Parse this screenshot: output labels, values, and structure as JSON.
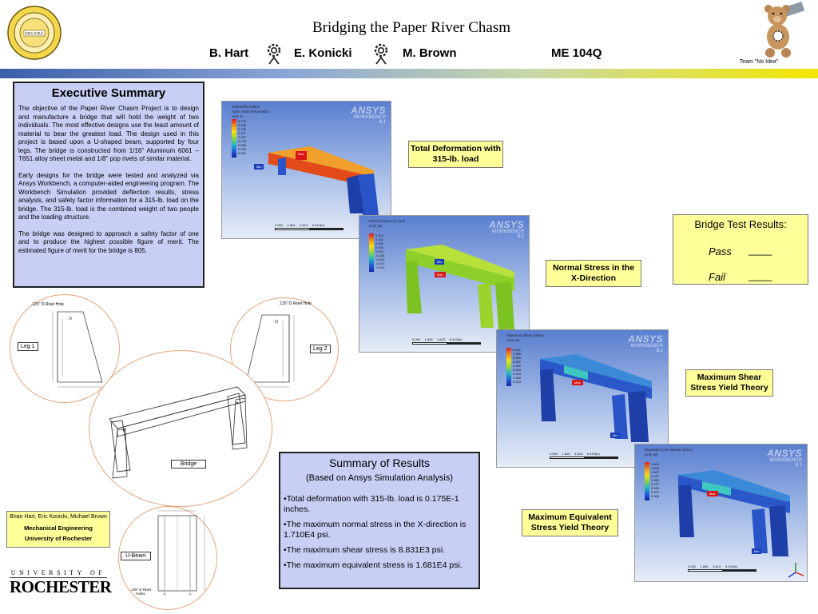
{
  "header": {
    "title": "Bridging the Paper River Chasm",
    "authors": [
      "B. Hart",
      "E. Konicki",
      "M. Brown"
    ],
    "course": "ME 104Q",
    "team": "Team \"No Idea\""
  },
  "executive_summary": {
    "heading": "Executive Summary",
    "paragraphs": [
      "The objective of the Paper River Chasm Project is to design and manufacture a bridge that will hold the weight of two individuals. The most effective designs use the least amount of material to bear the greatest load. The design used in this project is based upon a U-shaped beam, supported by four legs. The bridge is constructed from 1/16\" Aluminum 6061 – T651 alloy sheet metal and 1/8\" pop rivets of similar material.",
      "Early designs for the bridge were tested and analyzed via Ansys Workbench, a computer-aided engineering program. The Workbench Simulation provided deflection results, stress analysis, and safety factor information for a 315-lb. load on the bridge. The 315-lb. load is the combined weight of two people and the loading structure.",
      "The bridge was designed to approach a safety factor of one and to produce the highest possible figure of merit. The estimated figure of merit for the bridge is 805."
    ]
  },
  "sketches": {
    "leg1_label": "Leg 1",
    "leg2_label": "Leg 2",
    "bridge_label": "Bridge",
    "ubeam_label": "U-Beam",
    "leg1_note": ".125\" D Rivet Hole",
    "leg2_note": ".125\" D Rivet Hole",
    "ubeam_note": ".125\" D Rivet Holes"
  },
  "simulations": [
    {
      "label": "Total Deformation with 315-lb. load",
      "header": [
        "Total Deformation",
        "Type: Total Deformation",
        "Unit: in"
      ],
      "legend": [
        "0.175",
        "0.156",
        "0.136",
        "0.117",
        "0.097",
        "0.078",
        "0.058",
        "0.039",
        "0.000"
      ],
      "max_tag": "Max",
      "min_tag": "Min"
    },
    {
      "label": "Normal Stress in the X-Direction",
      "header": [
        "Normal Stress (X Axis)",
        "Unit: psi"
      ],
      "legend": [
        "1.710",
        "1.321",
        "0.932",
        "0.543",
        "0.154",
        "-0.235",
        "-0.624",
        "-1.013",
        "-2.241"
      ],
      "max_tag": "Max",
      "min_tag": "Min"
    },
    {
      "label": "Maximum Shear Stress Yield Theory",
      "header": [
        "Maximum Shear Stress",
        "Unit: psi"
      ],
      "legend": [
        "8.831",
        "7.850",
        "6.869",
        "5.887",
        "4.906",
        "3.925",
        "2.944",
        "1.962",
        "0.023"
      ],
      "max_tag": "Max",
      "min_tag": "Min"
    },
    {
      "label": "Maximum Equivalent Stress Yield Theory",
      "header": [
        "Equivalent (von-Mises) Stress",
        "Unit: psi"
      ],
      "legend": [
        "1.681",
        "1.494",
        "1.307",
        "1.121",
        "0.934",
        "0.747",
        "0.560",
        "0.374",
        "0.006"
      ],
      "max_tag": "Max",
      "min_tag": "Min"
    }
  ],
  "ansys": {
    "logo": "ANSYS",
    "sub1": "WORKBENCH",
    "sub2": "8.1"
  },
  "scale_ticks": [
    "0.000",
    "1.806",
    "3.613",
    "5.419(in)"
  ],
  "test_results": {
    "heading": "Bridge Test Results:",
    "pass": "Pass",
    "fail": "Fail",
    "blank": "____"
  },
  "summary": {
    "heading": "Summary of Results",
    "subheading": "(Based on Ansys Simulation Analysis)",
    "items": [
      "•Total deformation with 315-lb. load is 0.175E-1 inches.",
      "•The maximum normal stress in the X-direction is 1.710E4 psi.",
      "•The maximum shear stress is 8.831E3 psi.",
      "•The maximum equivalent stress is 1.681E4 psi."
    ]
  },
  "contact": {
    "names": "Brian Hart, Eric Konicki, Michael Brown",
    "dept": "Mechanical Engineering",
    "school": "University of Rochester"
  },
  "university": {
    "line1": "UNIVERSITY OF",
    "line2": "ROCHESTER"
  },
  "seal_text": {
    "meliora": "MELIORA"
  }
}
